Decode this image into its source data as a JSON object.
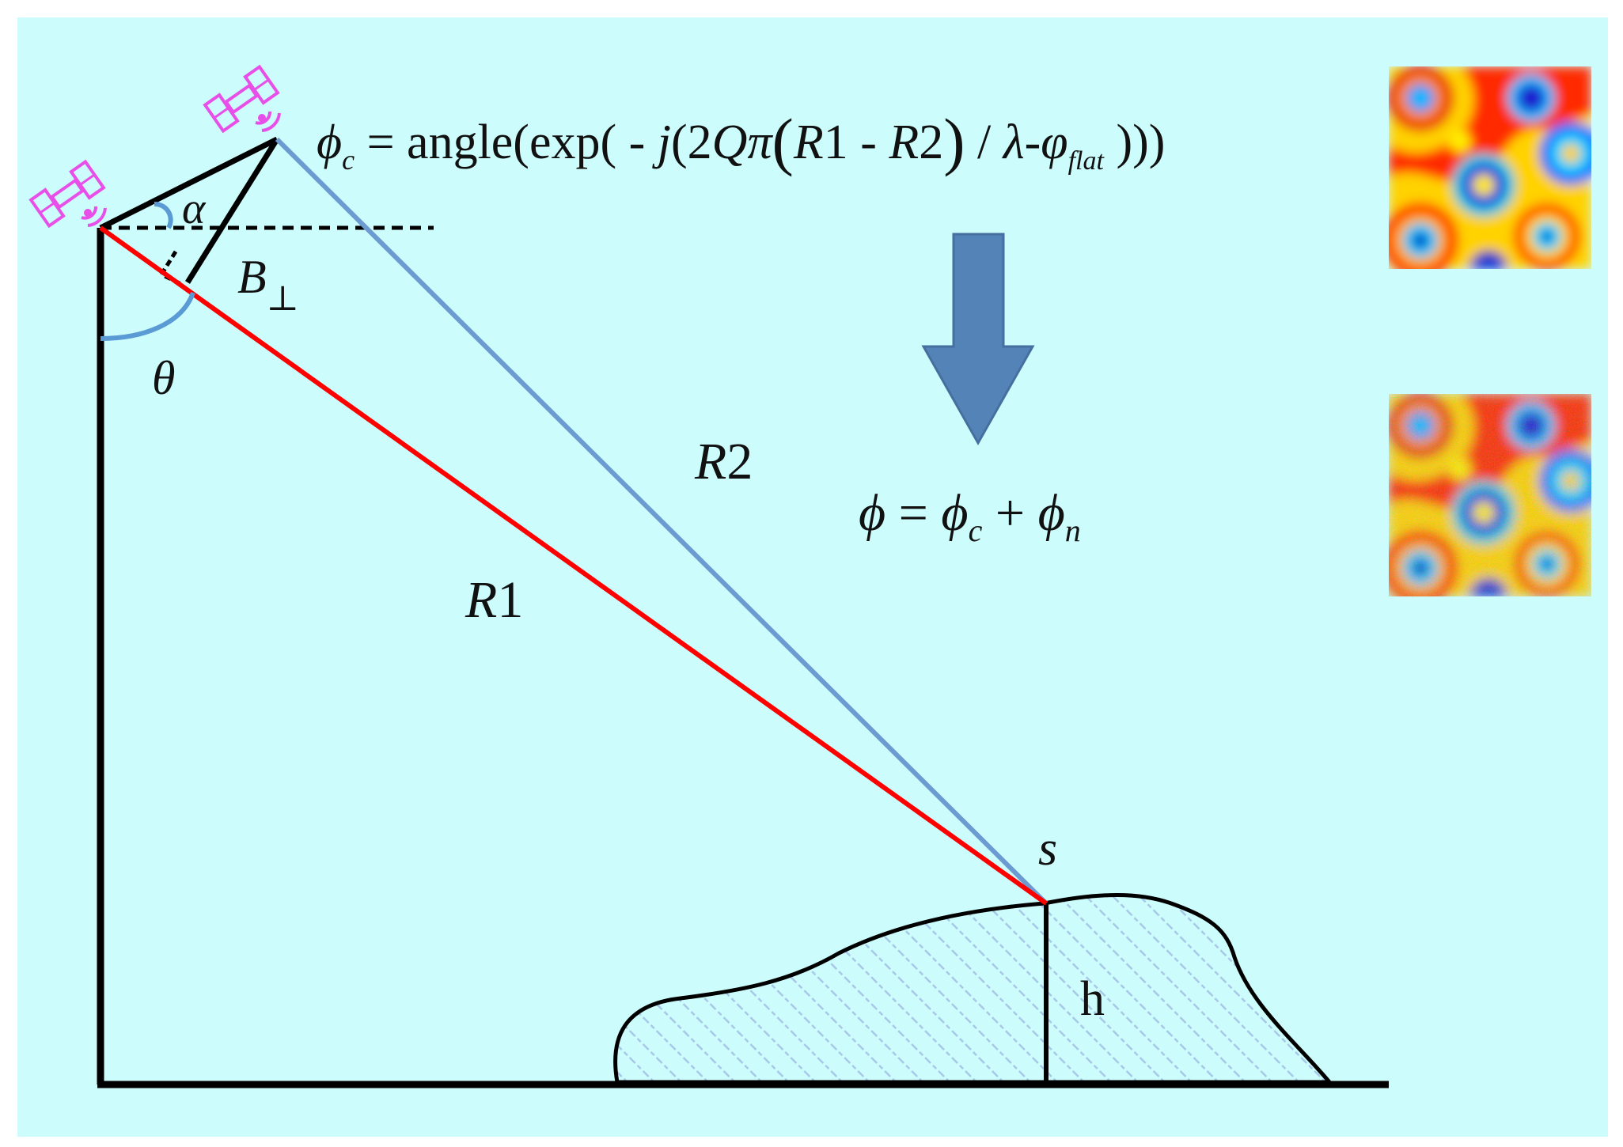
{
  "labels": {
    "alpha": "α",
    "b_perp_base": "B",
    "b_perp_sub": "⊥",
    "theta": "θ",
    "r1_var": "R",
    "r1_num": "1",
    "r2_var": "R",
    "r2_num": "2",
    "s": "s",
    "h": "h"
  },
  "formula_top": {
    "phi": "ϕ",
    "phi_sub": "c",
    "eq_angle": " = angle(exp( - ",
    "j": "j",
    "paren_2": "(2",
    "q": "Q",
    "pi": "π",
    "big_open": "(",
    "r1": "R",
    "one": "1",
    "minus": " - ",
    "r2": "R",
    "two": "2",
    "big_close": ")",
    "slash": " / ",
    "lambda": "λ",
    "dash": "-",
    "varphi": "φ",
    "flat": "flat",
    "closing": " )))"
  },
  "formula_bottom": {
    "phi": "ϕ",
    "eq": " = ",
    "phi_c": "ϕ",
    "sub_c": "c",
    "plus": " + ",
    "phi_n": "ϕ",
    "sub_n": "n"
  },
  "colors": {
    "background": "#ccfcfc",
    "r1_line": "#ff0000",
    "r2_line": "#6b9bd1",
    "arrow": "#5483b8",
    "satellite": "#e84fe8",
    "frame": "#000000",
    "angle_arc": "#5b9bd5",
    "hatch": "#a8c8e8"
  },
  "icons": {
    "satellite_1": "satellite-icon",
    "satellite_2": "satellite-icon",
    "flow_arrow": "down-arrow-icon"
  }
}
